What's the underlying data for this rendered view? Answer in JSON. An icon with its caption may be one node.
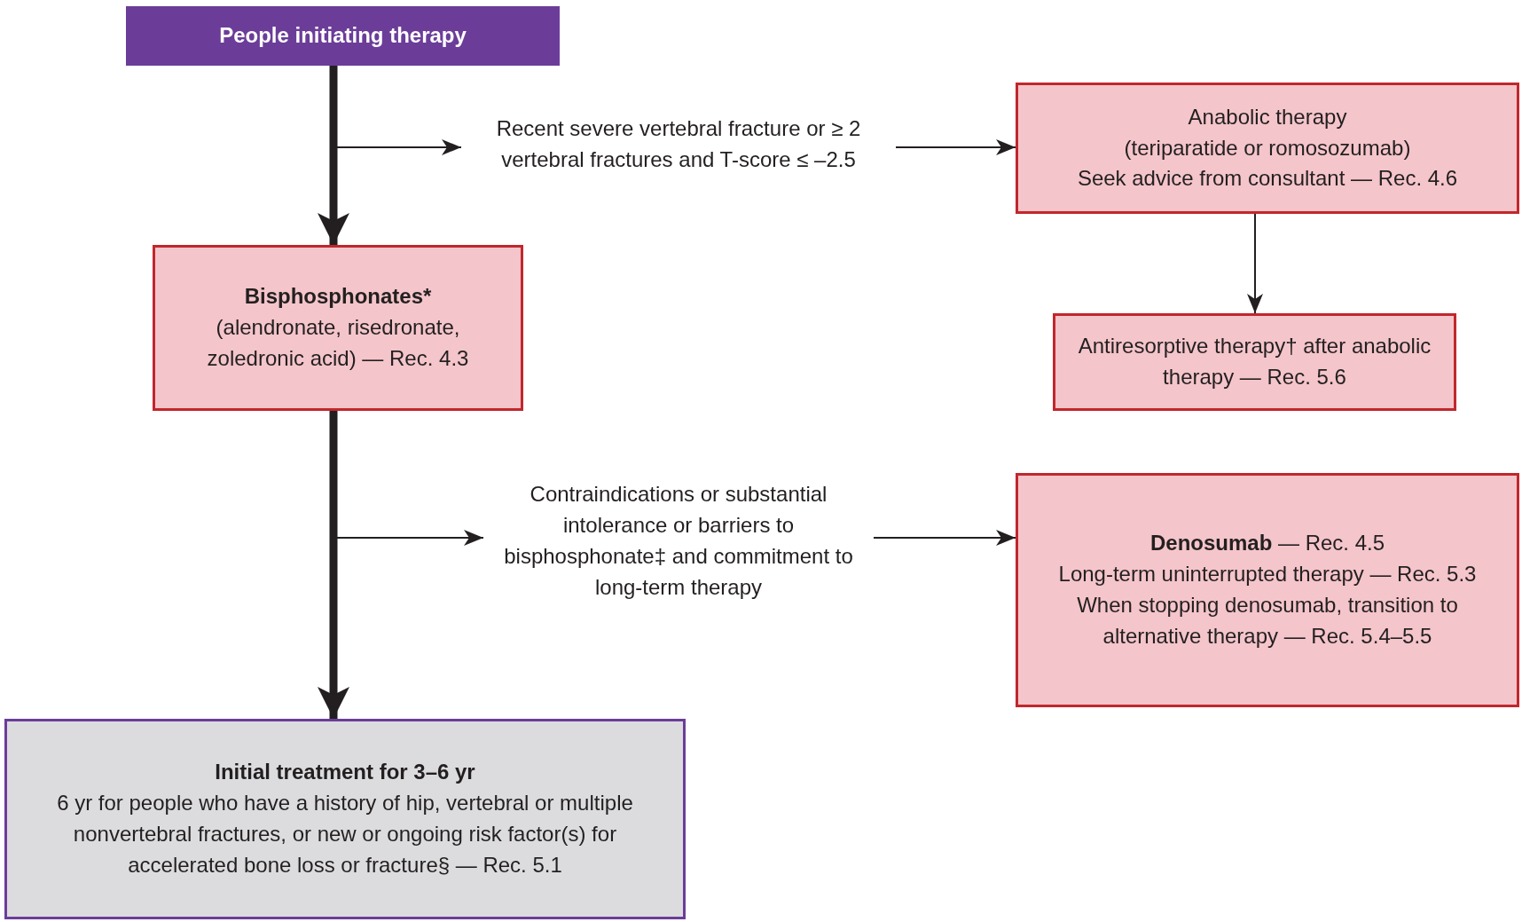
{
  "diagram": {
    "nodes": [
      {
        "text": [
          "People initiating therapy"
        ]
      },
      {
        "text": [
          "Bisphosphonates*",
          "(alendronate, risedronate, zoledronic acid) — Rec. 4.3"
        ]
      },
      {
        "text": [
          "Initial treatment for 3–6 yr",
          "6 yr for people who have a history of hip, vertebral or multiple nonvertebral fractures, or new or ongoing risk factor(s) for accelerated bone loss or fracture§ — Rec. 5.1"
        ]
      },
      {
        "text": [
          "Recent severe vertebral fracture or ≥ 2 vertebral fractures and T-score ≤ –2.5"
        ]
      },
      {
        "text": [
          "Anabolic therapy",
          "(teriparatide or romosozumab)",
          "Seek advice from consultant — Rec. 4.6"
        ]
      },
      {
        "text": [
          "Antiresorptive therapy† after anabolic therapy — Rec. 5.6"
        ]
      },
      {
        "text": [
          "Contraindications or substantial intolerance or barriers to bisphosphonate‡ and commitment to long-term therapy"
        ]
      },
      {
        "text": [
          "**Denosumab** — Rec. 4.5",
          "Long-term uninterrupted therapy — Rec. 5.3",
          "When stopping denosumab, transition to alternative therapy — Rec. 5.4–5.5"
        ]
      }
    ],
    "edges": [
      {
        "from": 0,
        "to": 1,
        "arrow": "to",
        "style": "thick"
      },
      {
        "from": 0,
        "to": 3,
        "arrow": "to"
      },
      {
        "from": 3,
        "to": 4,
        "arrow": "to"
      },
      {
        "from": 4,
        "to": 5,
        "arrow": "to"
      },
      {
        "from": 1,
        "to": 2,
        "arrow": "to",
        "style": "thick"
      },
      {
        "from": 1,
        "to": 6,
        "arrow": "to"
      },
      {
        "from": 6,
        "to": 7,
        "arrow": "to"
      }
    ]
  }
}
